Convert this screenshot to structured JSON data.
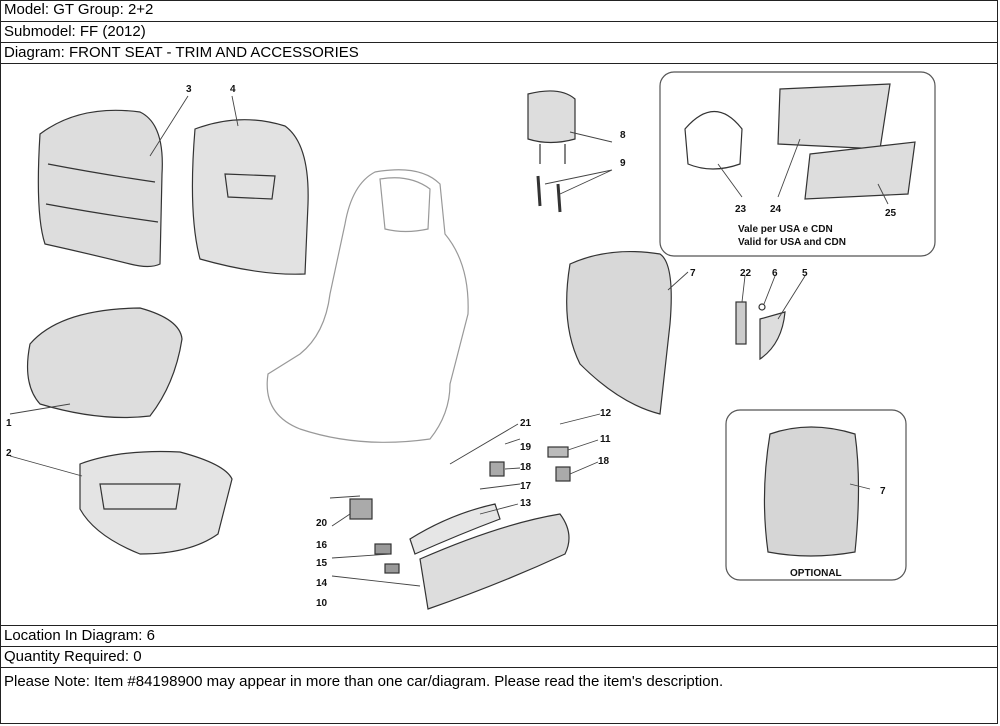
{
  "header": {
    "model_line": "Model: GT Group: 2+2",
    "submodel_line": "Submodel: FF (2012)",
    "diagram_line": "Diagram: FRONT SEAT - TRIM AND ACCESSORIES"
  },
  "diagram": {
    "callouts": [
      "1",
      "2",
      "3",
      "4",
      "5",
      "6",
      "7",
      "7",
      "8",
      "9",
      "10",
      "11",
      "12",
      "13",
      "14",
      "15",
      "16",
      "17",
      "18",
      "18",
      "19",
      "20",
      "21",
      "22",
      "23",
      "24",
      "25"
    ],
    "inset_usa_line1": "Vale per USA e CDN",
    "inset_usa_line2": "Valid for USA and CDN",
    "inset_optional": "OPTIONAL"
  },
  "footer": {
    "location_line": "Location In Diagram: 6",
    "quantity_line": "Quantity Required: 0",
    "note_line": "Please Note: Item #84198900 may appear in more than one car/diagram. Please read the item's description."
  }
}
